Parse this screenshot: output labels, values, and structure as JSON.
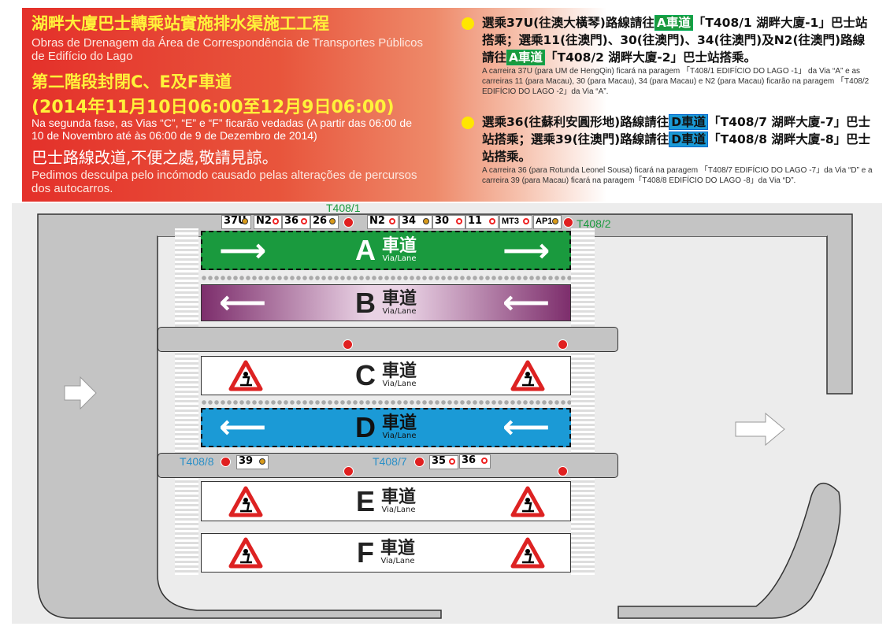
{
  "header": {
    "title_zh": "湖畔大廈巴士轉乘站實施排水渠施工工程",
    "title_pt": "Obras de Drenagem da Área de Correspondência de Transportes Públicos de Edifício do Lago",
    "phase_zh": "第二階段封閉C、E及F車道",
    "dates_zh": "(2014年11月10日06:00至12月9日06:00)",
    "phase_pt": "Na segunda fase, as Vias “C”, “E” e “F” ficarão vedadas (A partir das 06:00 de 10 de Novembro até às 06:00 de 9 de Dezembro de 2014)",
    "apology_zh": "巴士路線改道,不便之處,敬請見諒。",
    "apology_pt": "Pedimos desculpa pelo incómodo causado pelas alterações de percursos dos autocarros."
  },
  "notices": [
    {
      "zh_a": "選乘37U(往澳大橫琴)路線請往",
      "lane1": "A車道",
      "zh_b": "「T408/1 湖畔大廈-1」巴士站搭乘；選乘11(往澳門)、30(往澳門)、34(往澳門)及N2(往澳門)路線請往",
      "lane2": "A車道",
      "zh_c": "「T408/2 湖畔大廈-2」巴士站搭乘。",
      "pt": "A carreira 37U (para UM de HengQin) ficará na paragem 「T408/1 EDIFÍCIO DO LAGO -1」 da Via “A” e as carreiras 11 (para Macau), 30 (para Macau), 34 (para Macau) e N2 (para Macau) ficarão na paragem 「T408/2 EDIFÍCIO DO LAGO -2」da Via “A”."
    },
    {
      "zh_a": "選乘36(往蘇利安圓形地)路線請往",
      "lane1": "D車道",
      "zh_b": "「T408/7 湖畔大廈-7」巴士站搭乘；選乘39(往澳門)路線請往",
      "lane2": "D車道",
      "zh_c": "「T408/8 湖畔大廈-8」巴士站搭乘。",
      "pt": "A carreira 36 (para Rotunda Leonel Sousa) ficará na paragem 「T408/7 EDIFÍCIO DO LAGO -7」da Via “D” e a carreira 39 (para Macau) ficará na paragem「T408/8 EDIFÍCIO DO LAGO -8」da Via “D”."
    }
  ],
  "lanes": [
    {
      "letter": "A",
      "zh": "車道",
      "en": "Via/Lane",
      "status": "open"
    },
    {
      "letter": "B",
      "zh": "車道",
      "en": "Via/Lane",
      "status": "open"
    },
    {
      "letter": "C",
      "zh": "車道",
      "en": "Via/Lane",
      "status": "closed"
    },
    {
      "letter": "D",
      "zh": "車道",
      "en": "Via/Lane",
      "status": "open"
    },
    {
      "letter": "E",
      "zh": "車道",
      "en": "Via/Lane",
      "status": "closed"
    },
    {
      "letter": "F",
      "zh": "車道",
      "en": "Via/Lane",
      "status": "closed"
    }
  ],
  "stops": {
    "t1": "T408/1",
    "t2": "T408/2",
    "t7": "T408/7",
    "t8": "T408/8"
  },
  "routes_top": [
    "37U",
    "N2",
    "36",
    "26",
    "N2",
    "34",
    "30",
    "11",
    "MT3",
    "AP1"
  ],
  "routes_bottom": [
    "39",
    "35",
    "36"
  ],
  "colors": {
    "laneA": "#1a9a3e",
    "laneD": "#1b9ad6",
    "laneB": "#8a3a78"
  }
}
